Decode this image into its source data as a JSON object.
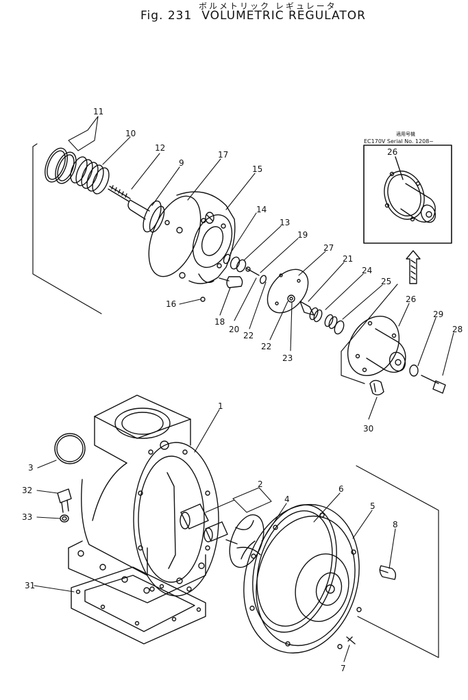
{
  "header": {
    "japanese_title": "ボルメトリック レギュレータ",
    "fig_label": "Fig. 231",
    "title": "VOLUMETRIC REGULATOR"
  },
  "inset": {
    "caption_jp": "適用号機",
    "caption_serial": "EC170V Serial No. 1208~",
    "part_label": "26"
  },
  "part_labels": [
    {
      "id": "11",
      "text": "11"
    },
    {
      "id": "10",
      "text": "10"
    },
    {
      "id": "12",
      "text": "12"
    },
    {
      "id": "9",
      "text": "9"
    },
    {
      "id": "17",
      "text": "17"
    },
    {
      "id": "15",
      "text": "15"
    },
    {
      "id": "14",
      "text": "14"
    },
    {
      "id": "13",
      "text": "13"
    },
    {
      "id": "19",
      "text": "19"
    },
    {
      "id": "27",
      "text": "27"
    },
    {
      "id": "21",
      "text": "21"
    },
    {
      "id": "24",
      "text": "24"
    },
    {
      "id": "25",
      "text": "25"
    },
    {
      "id": "26b",
      "text": "26"
    },
    {
      "id": "29",
      "text": "29"
    },
    {
      "id": "28",
      "text": "28"
    },
    {
      "id": "16",
      "text": "16"
    },
    {
      "id": "18",
      "text": "18"
    },
    {
      "id": "20",
      "text": "20"
    },
    {
      "id": "22a",
      "text": "22"
    },
    {
      "id": "22b",
      "text": "22"
    },
    {
      "id": "23",
      "text": "23"
    },
    {
      "id": "30",
      "text": "30"
    },
    {
      "id": "1",
      "text": "1"
    },
    {
      "id": "3",
      "text": "3"
    },
    {
      "id": "32",
      "text": "32"
    },
    {
      "id": "33",
      "text": "33"
    },
    {
      "id": "2",
      "text": "2"
    },
    {
      "id": "4",
      "text": "4"
    },
    {
      "id": "6",
      "text": "6"
    },
    {
      "id": "5",
      "text": "5"
    },
    {
      "id": "8",
      "text": "8"
    },
    {
      "id": "31",
      "text": "31"
    },
    {
      "id": "7",
      "text": "7"
    }
  ],
  "colors": {
    "ink": "#111111",
    "paper": "#ffffff"
  }
}
